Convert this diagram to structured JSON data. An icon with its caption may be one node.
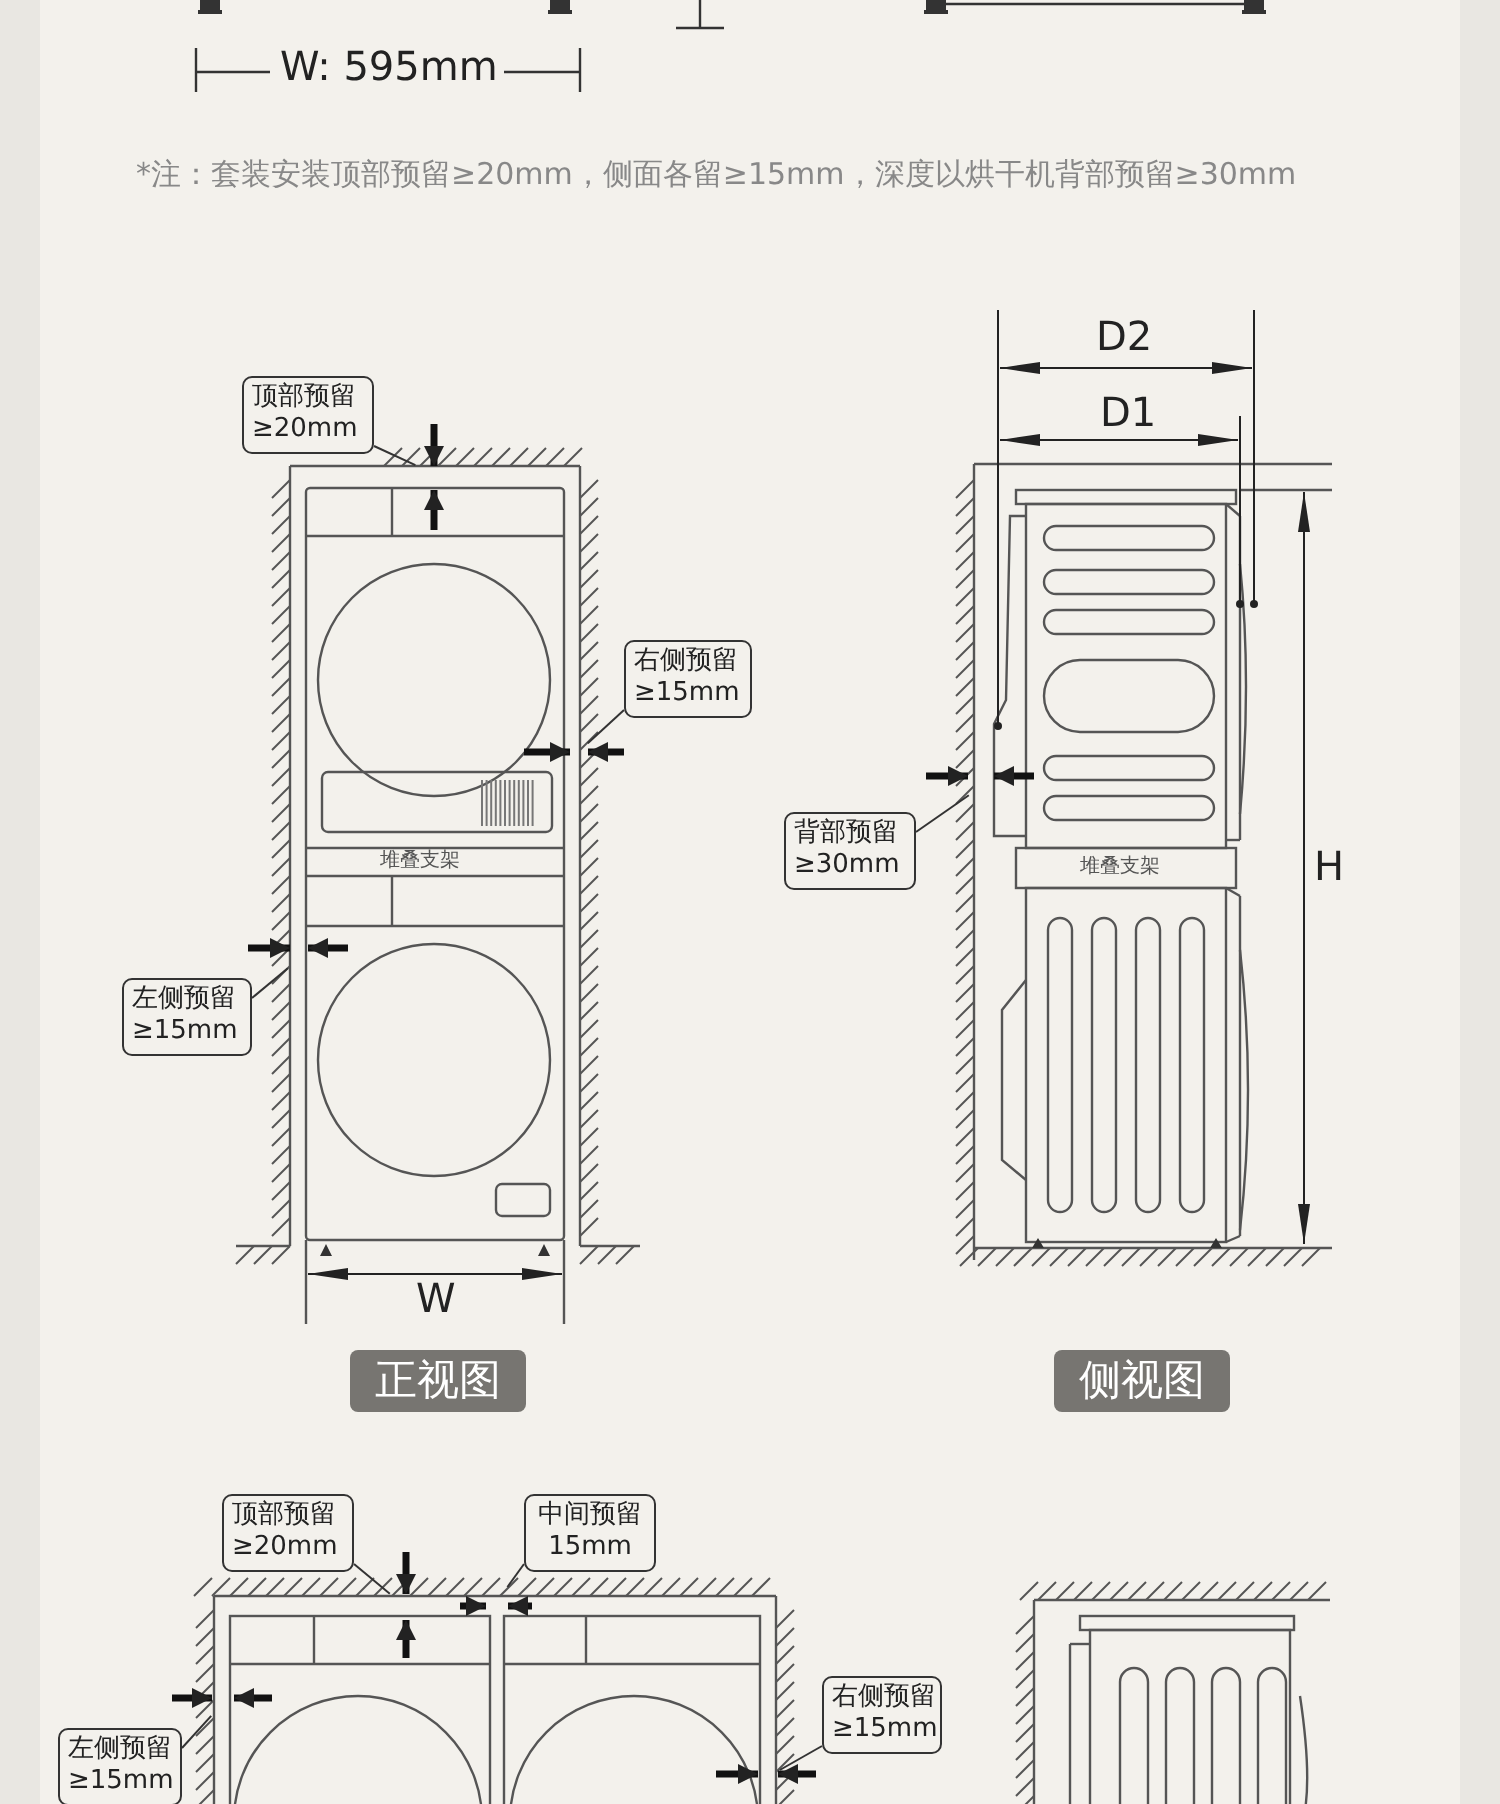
{
  "diagram": {
    "nodes": [
      {
        "text": [
          "顶部预留",
          "≥20mm"
        ]
      },
      {
        "text": [
          "右侧预留",
          "≥15mm"
        ]
      },
      {
        "text": [
          "左侧预留",
          "≥15mm"
        ]
      },
      {
        "text": [
          "背部预留",
          "≥30mm"
        ]
      },
      {
        "text": [
          "正视图"
        ]
      },
      {
        "text": [
          "侧视图"
        ]
      },
      {
        "text": [
          "顶部预留",
          "≥20mm"
        ]
      },
      {
        "text": [
          "中间预留",
          "15mm"
        ]
      },
      {
        "text": [
          "左侧预留",
          "≥15mm"
        ]
      },
      {
        "text": [
          "右侧预留",
          "≥15mm"
        ]
      }
    ],
    "edges": [
      {
        "from": 0,
        "to": null,
        "arrow": "none"
      },
      {
        "from": 1,
        "to": null,
        "arrow": "none"
      },
      {
        "from": 2,
        "to": null,
        "arrow": "none"
      },
      {
        "from": 3,
        "to": null,
        "arrow": "none"
      },
      {
        "from": 6,
        "to": null,
        "arrow": "none"
      },
      {
        "from": 7,
        "to": null,
        "arrow": "none"
      },
      {
        "from": 8,
        "to": null,
        "arrow": "none"
      },
      {
        "from": 9,
        "to": null,
        "arrow": "none"
      }
    ],
    "labels": [
      "W: 595mm",
      "*注：套装安装顶部预留≥20mm，侧面各留≥15mm，深度以烘干机背部预留≥30mm",
      "D2",
      "D1",
      "堆叠支架",
      "堆叠支架",
      "H",
      "W"
    ]
  }
}
